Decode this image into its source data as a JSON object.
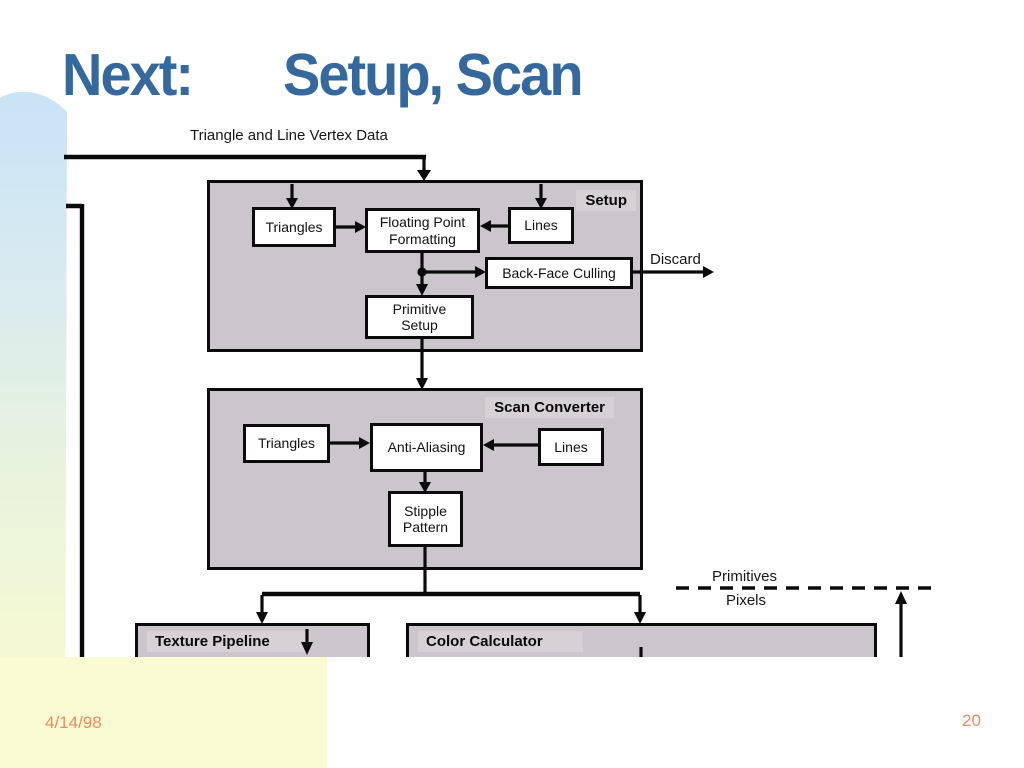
{
  "slide": {
    "title": {
      "part1": "Next:",
      "part2": "Setup, Scan"
    },
    "footer": {
      "date": "4/14/98",
      "page": "20"
    },
    "colors": {
      "title_text": "#35689D",
      "footer_text": "#F18A5E",
      "band_blue_top": "#C9E3F7",
      "band_yellow_bottom": "#FAFAD0",
      "bottom_block_yellow": "#FBFBD3"
    }
  },
  "diagram": {
    "input_label": "Triangle and Line Vertex Data",
    "discard_label": "Discard",
    "primitives_label": "Primitives",
    "pixels_label": "Pixels",
    "setup_block": {
      "title": "Setup",
      "boxes": {
        "triangles": "Triangles",
        "floating_point": "Floating Point\nFormatting",
        "lines": "Lines",
        "back_face_culling": "Back-Face Culling",
        "primitive_setup": "Primitive\nSetup"
      }
    },
    "scan_block": {
      "title": "Scan Converter",
      "boxes": {
        "triangles": "Triangles",
        "anti_aliasing": "Anti-Aliasing",
        "lines": "Lines",
        "stipple_pattern": "Stipple\nPattern"
      }
    },
    "texture_pipeline_label": "Texture Pipeline",
    "color_calculator_label": "Color Calculator",
    "colors": {
      "container_fill": "#CBC6CB",
      "label_patch_fill": "#D5D1D5",
      "line_color": "#0A0A0A",
      "node_fill": "#FFFFFF"
    }
  }
}
